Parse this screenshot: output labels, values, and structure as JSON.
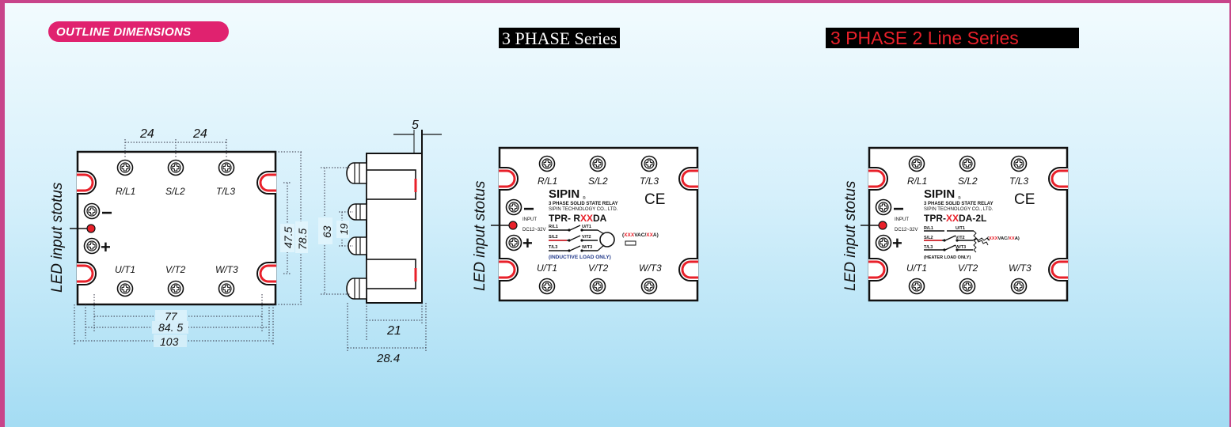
{
  "header": {
    "badge": "OUTLINE DIMENSIONS",
    "series_3phase": "3 PHASE Series",
    "series_2line": "3 PHASE 2 Line Series"
  },
  "drawing": {
    "dims": {
      "top_a": "24",
      "top_b": "24",
      "w77": "77",
      "w845": "84. 5",
      "w103": "103",
      "h475": "47.5",
      "h785": "78.5",
      "side_5": "5",
      "side_63": "63",
      "side_19": "19",
      "side_21": "21",
      "side_284": "28.4"
    },
    "led_label": "LED input stotus",
    "terminals_top": [
      "R/L1",
      "S/L2",
      "T/L3"
    ],
    "terminals_bottom": [
      "U/T1",
      "V/T2",
      "W/T3"
    ],
    "minus": "−",
    "plus": "+"
  },
  "relay1": {
    "brand": "SIPIN",
    "reg": "®",
    "subtitle": "3 PHASE SOLID STATE RELAY",
    "company": "SIPIN TECHNOLOGY CO., LTD.",
    "input": "INPUT",
    "voltage": "DC12~32V",
    "model_pre": "TPR- R",
    "model_xx": "XX",
    "model_post": "DA",
    "lines": [
      "R/L1",
      "S/L2",
      "T/L3"
    ],
    "outs": [
      "U/T1",
      "V/T2",
      "W/T3"
    ],
    "rating_xxx": "XXX",
    "rating_vac": "VAC/",
    "rating_xx": "XX",
    "rating_a": "A)",
    "rating_open": "(",
    "note": "(INDUCTIVE LOAD ONLY)",
    "ce": "CE"
  },
  "relay2": {
    "brand": "SIPIN",
    "reg": "®",
    "subtitle": "3 PHASE SOLID STATE RELAY",
    "company": "SIPIN TECHNOLOGY CO., LTD.",
    "input": "INPUT",
    "voltage": "DC12~32V",
    "model_pre": "TPR-",
    "model_xx": "XX",
    "model_post": "DA-2L",
    "lines": [
      "R/L1",
      "S/L2",
      "T/L3"
    ],
    "outs": [
      "U/T1",
      "V/T2",
      "W/T3"
    ],
    "rating_open": "(",
    "rating_xxx": "XXX",
    "rating_vac": "VAC/",
    "rating_xx": "XX",
    "rating_a": "A)",
    "note": "(HEATER LOAD ONLY)",
    "ce": "CE"
  },
  "colors": {
    "badge": "#e0226f",
    "frame": "#c8448a",
    "accent_red": "#e8202a"
  }
}
